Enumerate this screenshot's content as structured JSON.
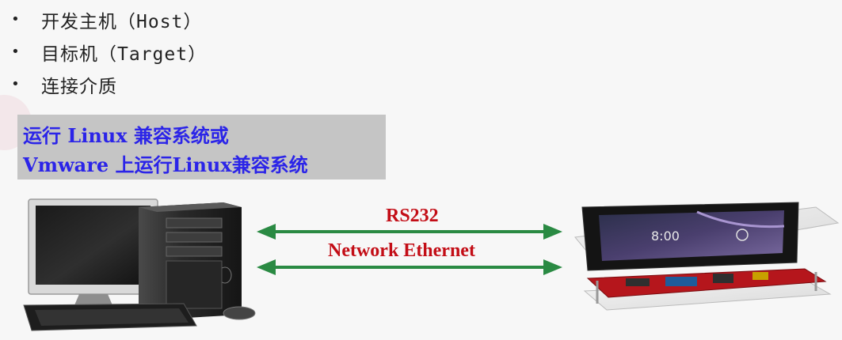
{
  "bullets": [
    "开发主机（Host）",
    "目标机（Target）",
    "连接介质"
  ],
  "bullet_symbol": "•",
  "host_note": {
    "line1": "运行 Linux 兼容系统或",
    "line2": "Vmware 上运行Linux兼容系统"
  },
  "connections": {
    "rs232": "RS232",
    "network": "Network Ethernet"
  },
  "target_screen": {
    "clock": "8:00"
  },
  "colors": {
    "note_text": "#2b24e8",
    "note_bg": "#c5c5c5",
    "arrow": "#2a8a43",
    "label": "#c30d16"
  }
}
